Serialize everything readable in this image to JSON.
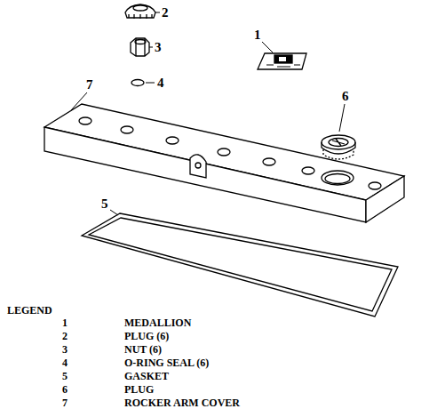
{
  "diagram": {
    "labels": [
      "2",
      "3",
      "1",
      "4",
      "7",
      "6",
      "5",
      "LEGEND",
      "1",
      "MEDALLION",
      "2",
      "PLUG (6)",
      "3",
      "NUT (6)",
      "4",
      "O-RING SEAL (6)",
      "5",
      "GASKET",
      "6",
      "PLUG",
      "7",
      "ROCKER ARM COVER"
    ]
  }
}
